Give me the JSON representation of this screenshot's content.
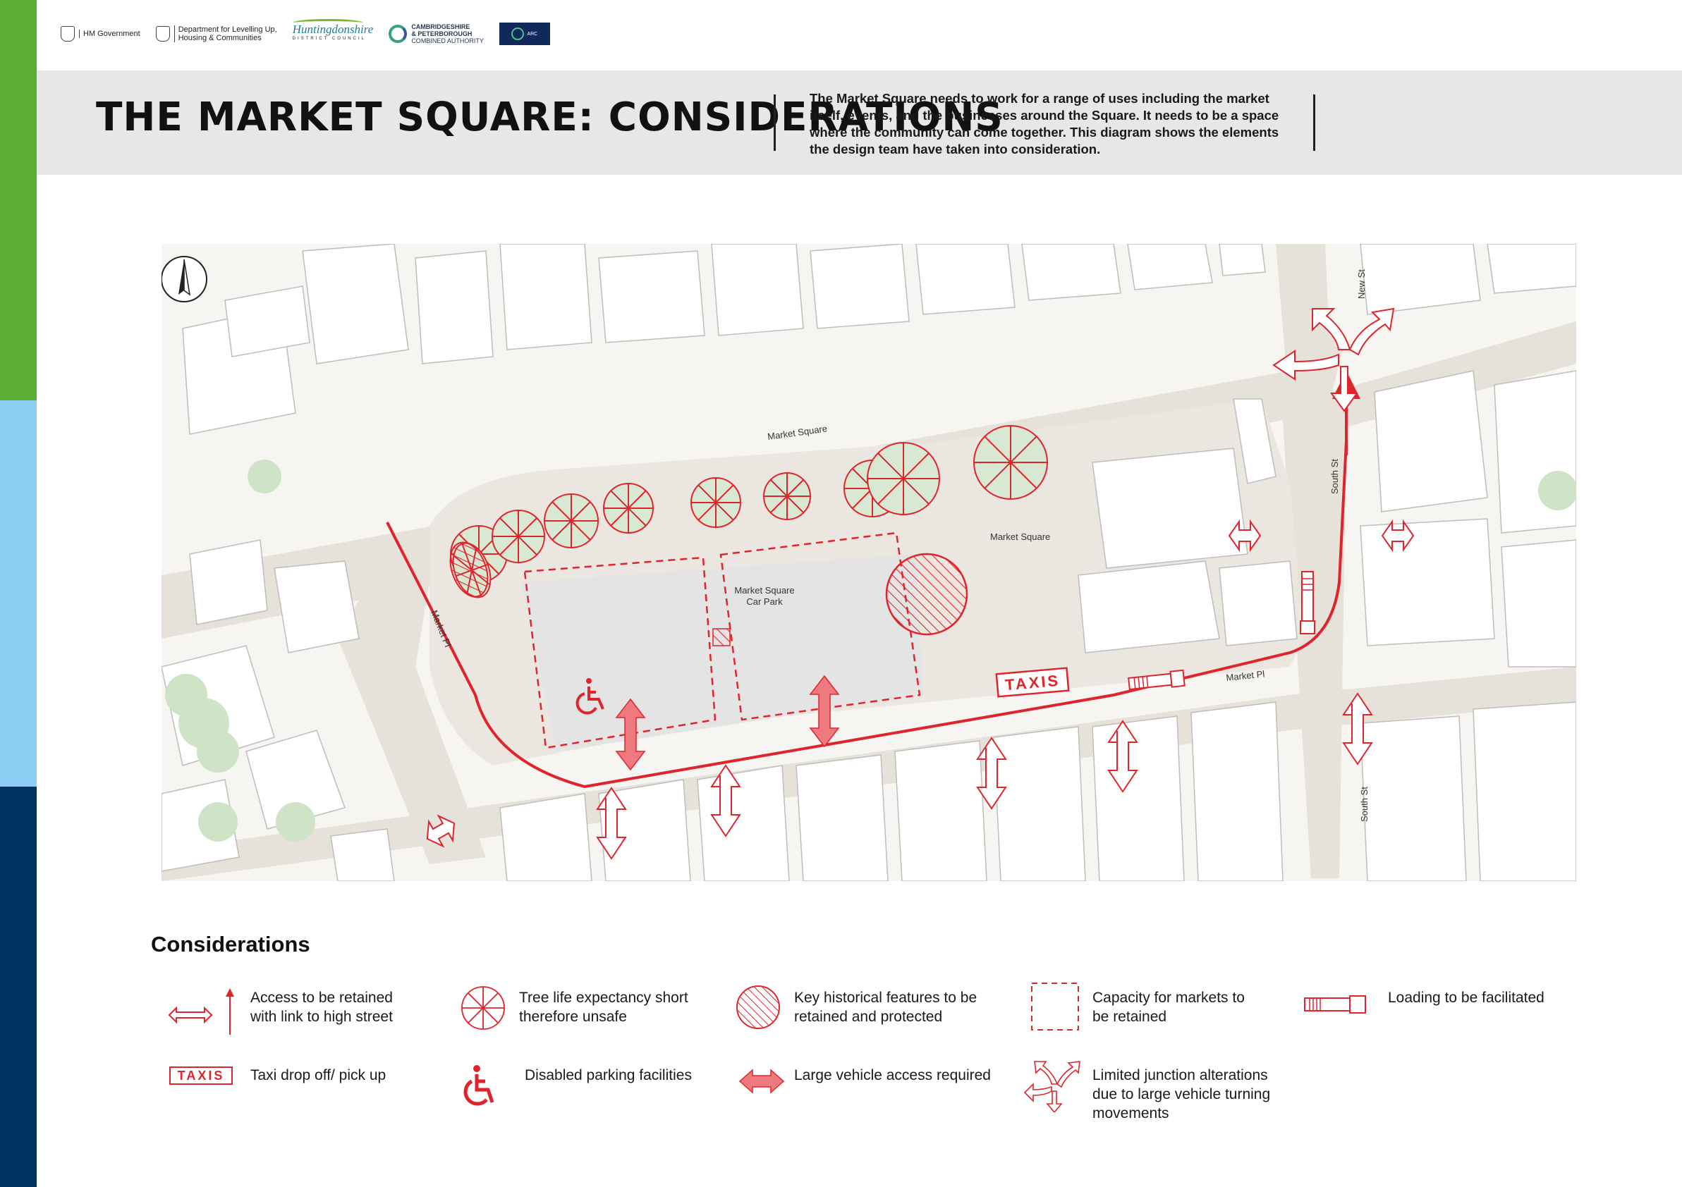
{
  "logos": {
    "hm_government": "HM Government",
    "dluhc_line1": "Department for Levelling Up,",
    "dluhc_line2": "Housing & Communities",
    "huntingdonshire": "Huntingdonshire",
    "huntingdonshire_sub": "DISTRICT COUNCIL",
    "cpca_line1": "CAMBRIDGESHIRE",
    "cpca_line2": "& PETERBOROUGH",
    "cpca_line3": "COMBINED AUTHORITY",
    "oxcam": "ARC"
  },
  "header": {
    "title": "THE MARKET SQUARE: CONSIDERATIONS",
    "intro": "The Market Square needs to work for a range of uses including the market itself, events, and the businesses around the Square. It needs to be a space where the community can come together. This diagram shows the elements the design team have taken into consideration."
  },
  "map": {
    "labels": {
      "market_square_road": "Market Square",
      "market_square_area": "Market Square",
      "car_park_line1": "Market Square",
      "car_park_line2": "Car Park",
      "market_pl_west": "Market Pl",
      "market_pl_south": "Market Pl",
      "south_st_north": "South St",
      "south_st_south": "South St",
      "new_st": "New St",
      "taxis": "TAXIS"
    }
  },
  "legend": {
    "title": "Considerations",
    "items": [
      {
        "label_line1": "Access to be retained",
        "label_line2": "with link to high street"
      },
      {
        "label_line1": "Tree life expectancy short",
        "label_line2": "therefore unsafe"
      },
      {
        "label_line1": "Key historical features to be",
        "label_line2": "retained and protected"
      },
      {
        "label_line1": "Capacity for markets to",
        "label_line2": "be retained"
      },
      {
        "label_line1": "Loading to be facilitated",
        "label_line2": ""
      },
      {
        "label_line1": "Taxi drop off/ pick up",
        "label_line2": ""
      },
      {
        "label_line1": "Disabled parking facilities",
        "label_line2": ""
      },
      {
        "label_line1": "Large vehicle access required",
        "label_line2": ""
      },
      {
        "label_line1": "Limited junction alterations",
        "label_line2": "due to large vehicle turning",
        "label_line3": "movements"
      }
    ],
    "taxi_icon_text": "TAXIS"
  },
  "colors": {
    "accent_red": "#e0242b",
    "sidebar_green": "#5aae32",
    "sidebar_light_blue": "#8dcff4",
    "sidebar_navy": "#00325f",
    "banner_grey": "#e7e7e7",
    "tree_fill": "#d9e8d2"
  }
}
